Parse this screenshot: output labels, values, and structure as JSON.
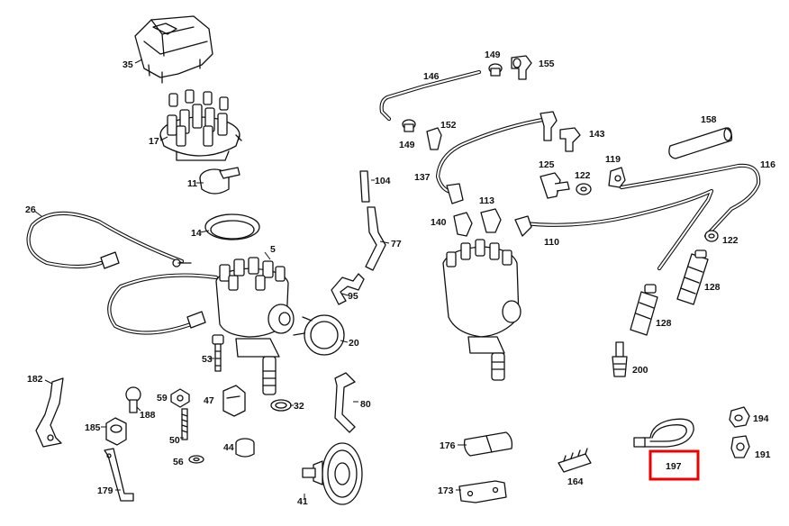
{
  "labels": {
    "p35": "35",
    "p17": "17",
    "p11": "11",
    "p26": "26",
    "p14": "14",
    "p5": "5",
    "p104": "104",
    "p77": "77",
    "p95": "95",
    "p20": "20",
    "p53": "53",
    "p182": "182",
    "p59": "59",
    "p188": "188",
    "p47": "47",
    "p32": "32",
    "p80": "80",
    "p185": "185",
    "p50": "50",
    "p44": "44",
    "p56": "56",
    "p179": "179",
    "p41": "41",
    "p146": "146",
    "p149a": "149",
    "p155": "155",
    "p152": "152",
    "p149b": "149",
    "p143": "143",
    "p158": "158",
    "p137": "137",
    "p125": "125",
    "p122a": "122",
    "p119": "119",
    "p116": "116",
    "p113": "113",
    "p140": "140",
    "p110": "110",
    "p122b": "122",
    "p128a": "128",
    "p128b": "128",
    "p200": "200",
    "p194": "194",
    "p176": "176",
    "p164": "164",
    "p197": "197",
    "p191": "191",
    "p173": "173"
  },
  "highlight": {
    "part": "197",
    "color": "#e00000"
  }
}
